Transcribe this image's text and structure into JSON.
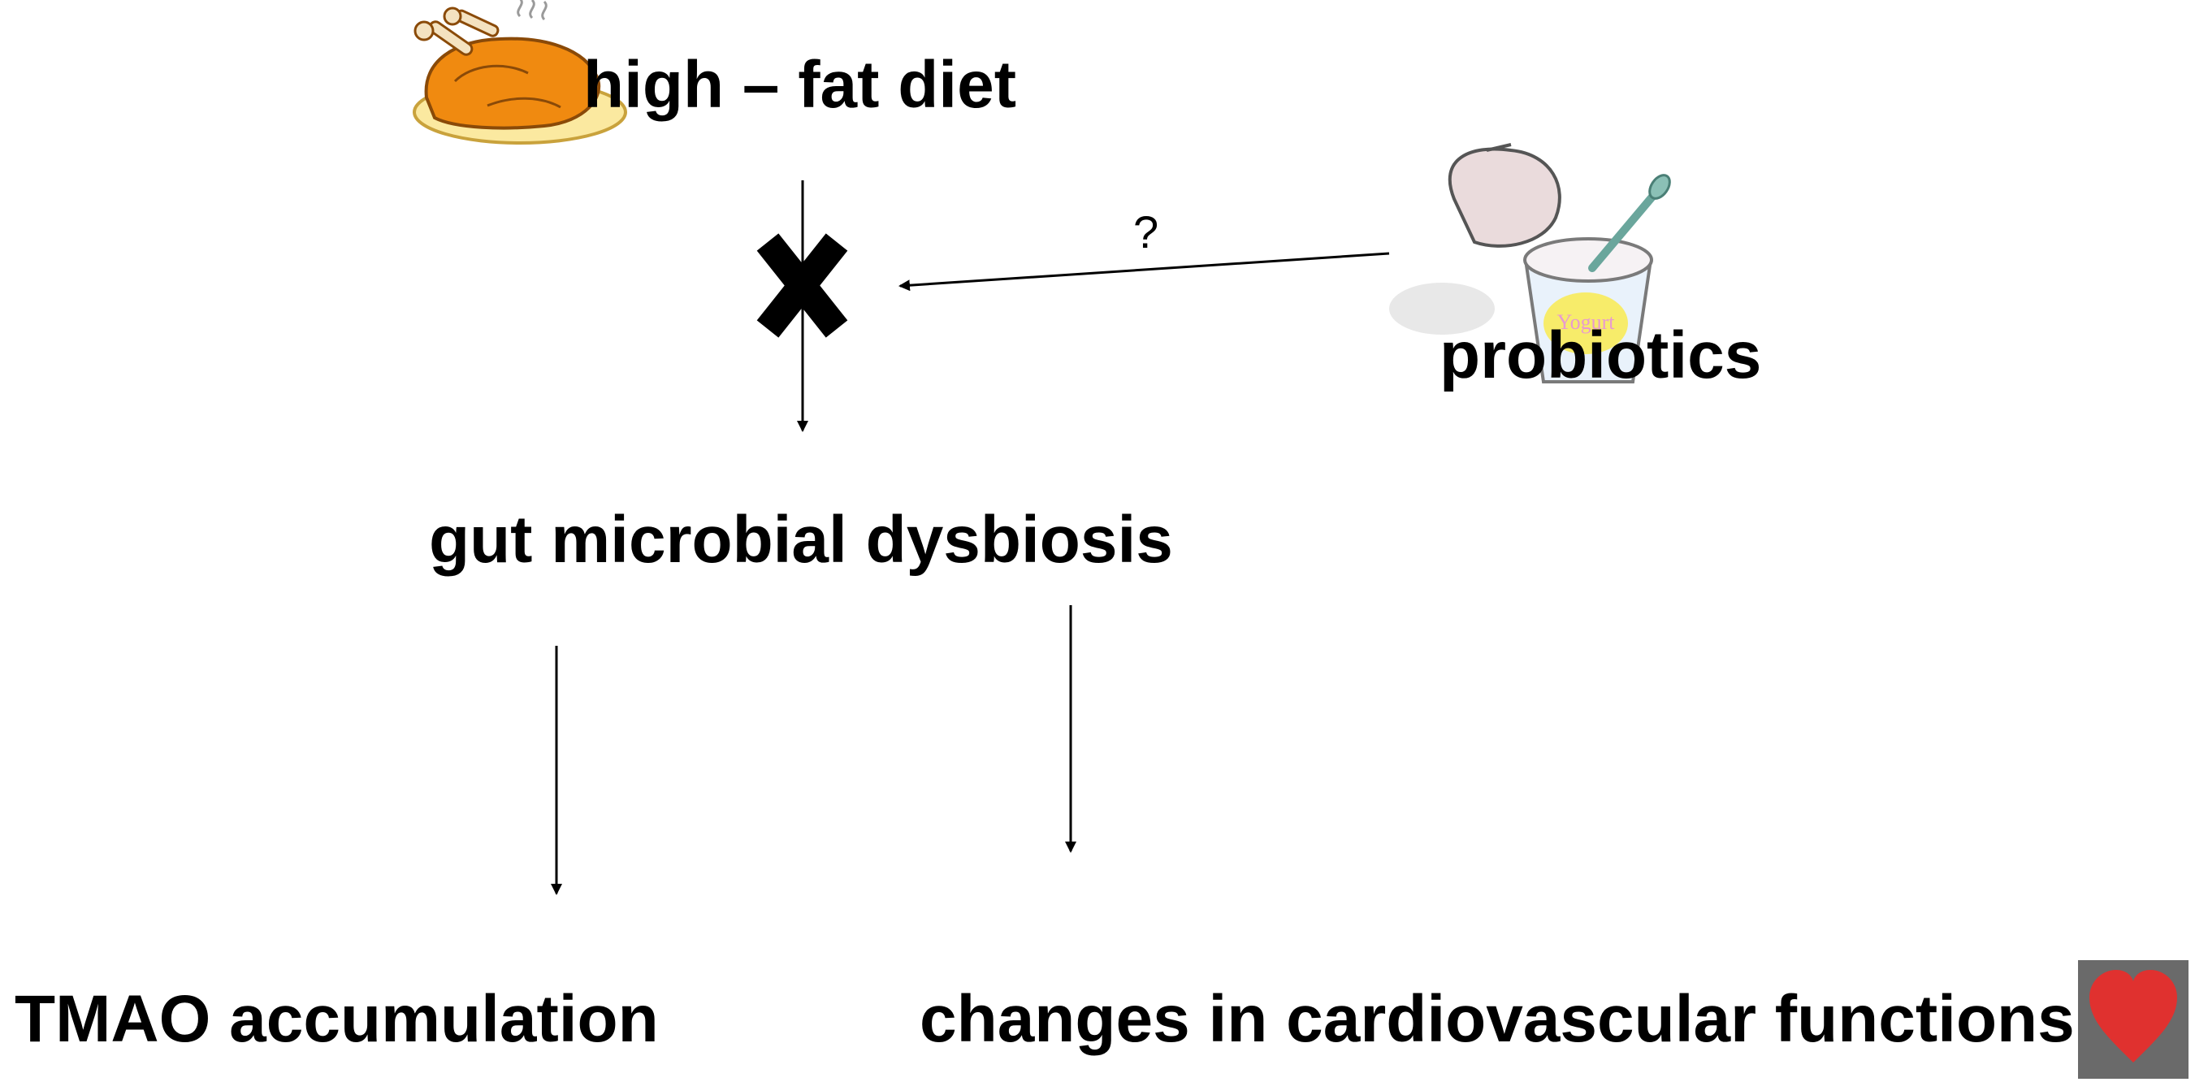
{
  "labels": {
    "diet": "high – fat diet",
    "probiotics": "probiotics",
    "dysbiosis": "gut microbial dysbiosis",
    "tmao": "TMAO accumulation",
    "cardio": "changes in cardiovascular functions",
    "question": "?"
  },
  "yogurt_cup_text": "Yogurt",
  "icons": {
    "diet": "roast-chicken-icon",
    "probiotics": "yogurt-cup-icon",
    "block": "cross-mark-icon",
    "heart": "heart-icon"
  },
  "colors": {
    "text": "#000000",
    "chicken": "#f08a10",
    "plate": "#fbe9a0",
    "heart": "#e0312f",
    "heart_box": "#6a6a6a",
    "yogurt_label": "#f7ec6a"
  }
}
